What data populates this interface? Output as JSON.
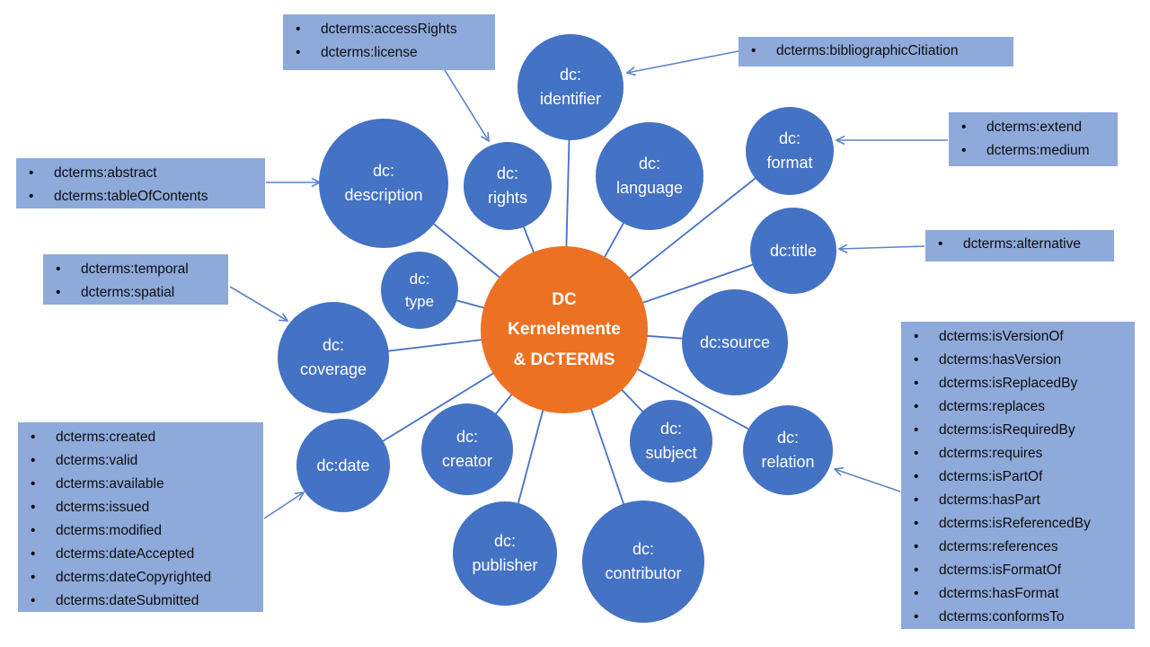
{
  "center": {
    "label": "DC\nKernelemente\n& DCTERMS"
  },
  "nodes": [
    {
      "id": "identifier",
      "label": "dc:\nidentifier"
    },
    {
      "id": "rights",
      "label": "dc:\nrights"
    },
    {
      "id": "language",
      "label": "dc:\nlanguage"
    },
    {
      "id": "format",
      "label": "dc:\nformat"
    },
    {
      "id": "title",
      "label": "dc:title"
    },
    {
      "id": "source",
      "label": "dc:source"
    },
    {
      "id": "relation",
      "label": "dc:\nrelation"
    },
    {
      "id": "subject",
      "label": "dc:\nsubject"
    },
    {
      "id": "contributor",
      "label": "dc:\ncontributor"
    },
    {
      "id": "publisher",
      "label": "dc:\npublisher"
    },
    {
      "id": "creator",
      "label": "dc:\ncreator"
    },
    {
      "id": "date",
      "label": "dc:date"
    },
    {
      "id": "coverage",
      "label": "dc:\ncoverage"
    },
    {
      "id": "type",
      "label": "dc:\ntype"
    },
    {
      "id": "description",
      "label": "dc:\ndescription"
    }
  ],
  "boxes": [
    {
      "id": "rights-terms",
      "items": [
        "dcterms:accessRights",
        "dcterms:license"
      ]
    },
    {
      "id": "identifier-terms",
      "items": [
        "dcterms:bibliographicCitiation"
      ]
    },
    {
      "id": "format-terms",
      "items": [
        "dcterms:extend",
        "dcterms:medium"
      ]
    },
    {
      "id": "title-terms",
      "items": [
        "dcterms:alternative"
      ]
    },
    {
      "id": "relation-terms",
      "items": [
        "dcterms:isVersionOf",
        "dcterms:hasVersion",
        "dcterms:isReplacedBy",
        "dcterms:replaces",
        "dcterms:isRequiredBy",
        "dcterms:requires",
        "dcterms:isPartOf",
        "dcterms:hasPart",
        "dcterms:isReferencedBy",
        "dcterms:references",
        "dcterms:isFormatOf",
        "dcterms:hasFormat",
        "dcterms:conformsTo"
      ]
    },
    {
      "id": "description-terms",
      "items": [
        "dcterms:abstract",
        "dcterms:tableOfContents"
      ]
    },
    {
      "id": "coverage-terms",
      "items": [
        "dcterms:temporal",
        "dcterms:spatial"
      ]
    },
    {
      "id": "date-terms",
      "items": [
        "dcterms:created",
        "dcterms:valid",
        "dcterms:available",
        "dcterms:issued",
        "dcterms:modified",
        "dcterms:dateAccepted",
        "dcterms:dateCopyrighted",
        "dcterms:dateSubmitted"
      ]
    }
  ],
  "colors": {
    "node": "#4472C4",
    "center": "#ED7123",
    "box": "#8EAADB",
    "connector": "#4472C4",
    "arrow": "#5B83C8"
  }
}
